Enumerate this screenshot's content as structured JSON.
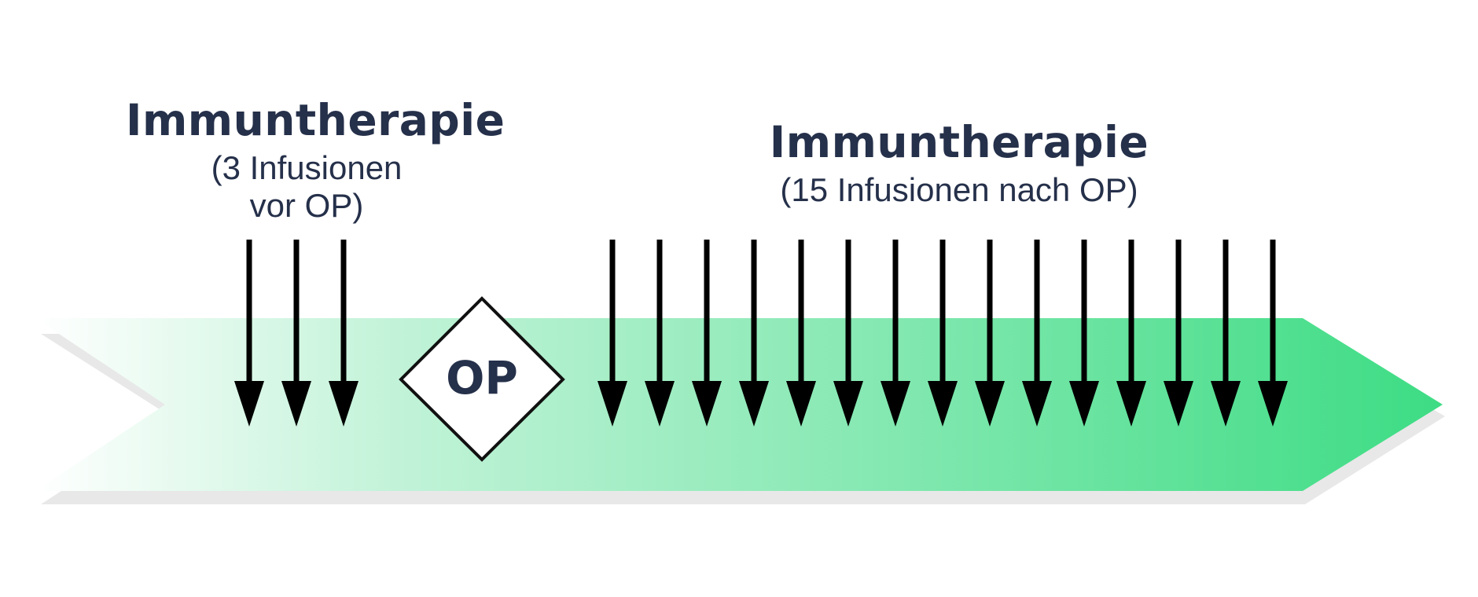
{
  "pre_op": {
    "title": "Immuntherapie",
    "subtitle_line1": "(3 Infusionen",
    "subtitle_line2": "vor OP)",
    "infusion_count": 3
  },
  "surgery": {
    "label": "OP"
  },
  "post_op": {
    "title": "Immuntherapie",
    "subtitle": "(15 Infusionen nach OP)",
    "infusion_count": 15
  },
  "colors": {
    "arrow_start": "#ffffff",
    "arrow_end": "#3ddc84",
    "shadow": "#e6e6e6",
    "infusion_arrow": "#000000",
    "text": "#25304a"
  }
}
